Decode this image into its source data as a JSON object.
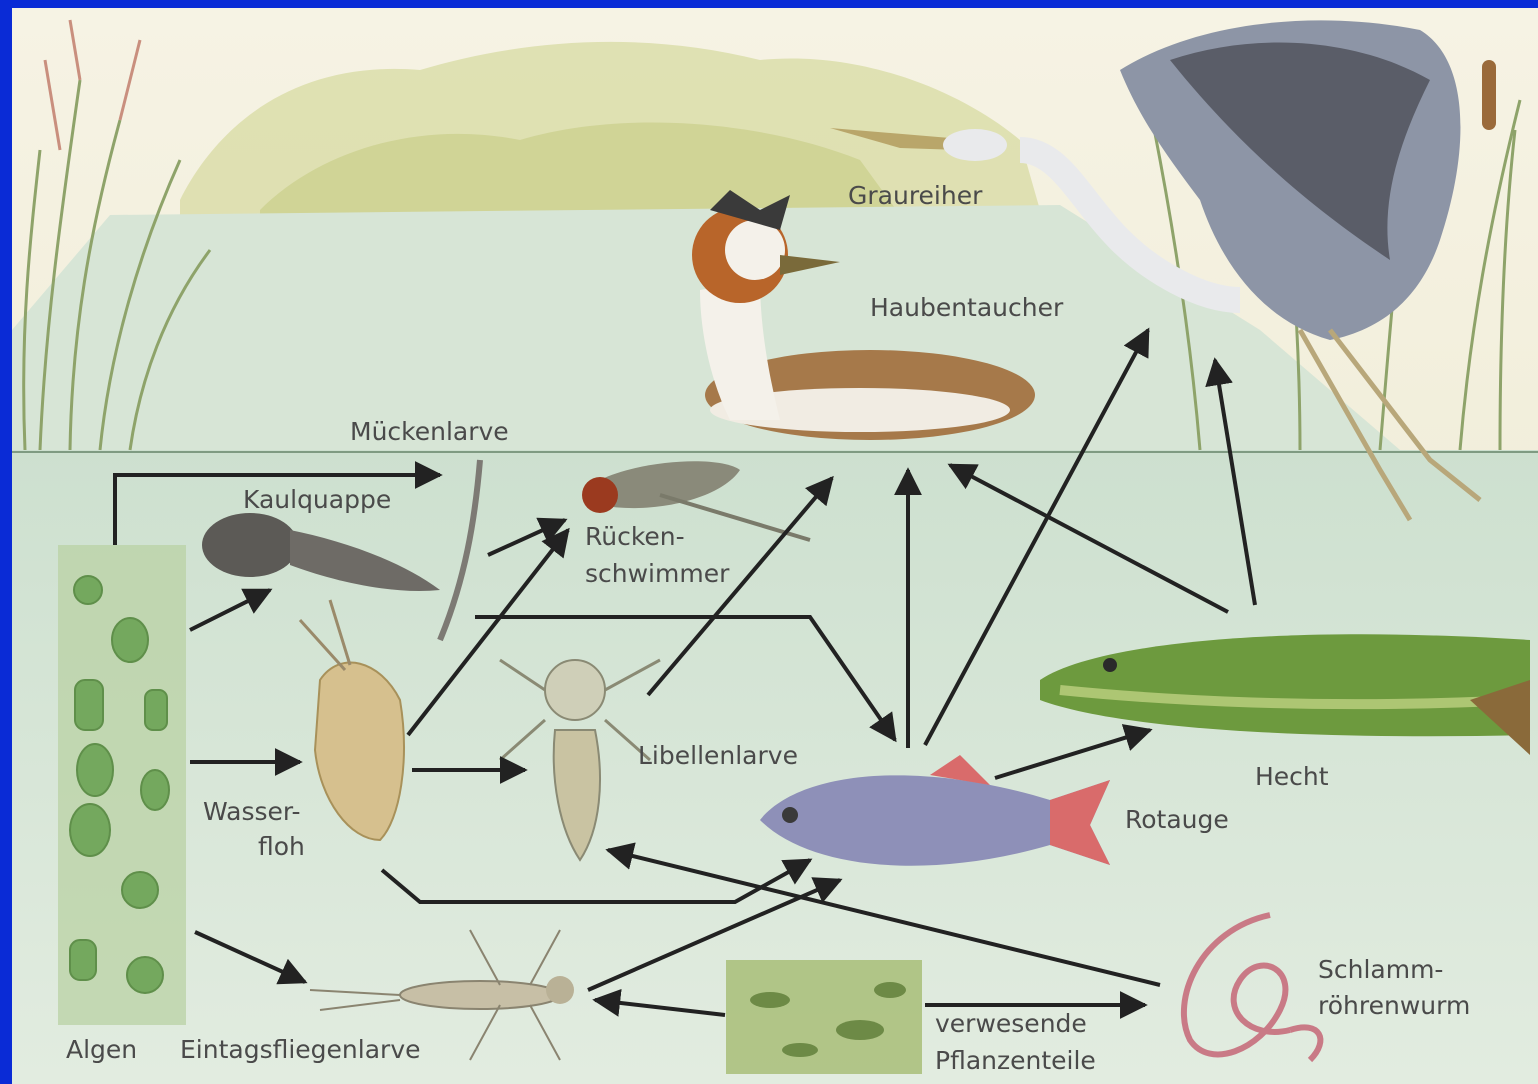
{
  "labels": {
    "graureiher": "Graureiher",
    "haubentaucher": "Haubentaucher",
    "mueckenlarve": "Mückenlarve",
    "kaulquappe": "Kaulquappe",
    "rueckenschwimmer_1": "Rücken-",
    "rueckenschwimmer_2": "schwimmer",
    "libellenlarve": "Libellenlarve",
    "wasserfloh_1": "Wasser-",
    "wasserfloh_2": "floh",
    "hecht": "Hecht",
    "rotauge": "Rotauge",
    "algen": "Algen",
    "eintagsfliegenlarve": "Eintagsfliegenlarve",
    "pflanzenteile_1": "verwesende",
    "pflanzenteile_2": "Pflanzenteile",
    "schlamm_1": "Schlamm-",
    "schlamm_2": "röhrenwurm"
  },
  "colors": {
    "frame": "#0a2bd6",
    "sky": "#f4f1df",
    "water_surface": "#d8e6d6",
    "water_under": "#cfe1d0",
    "arrow": "#222222",
    "label": "#4a4a4a"
  }
}
